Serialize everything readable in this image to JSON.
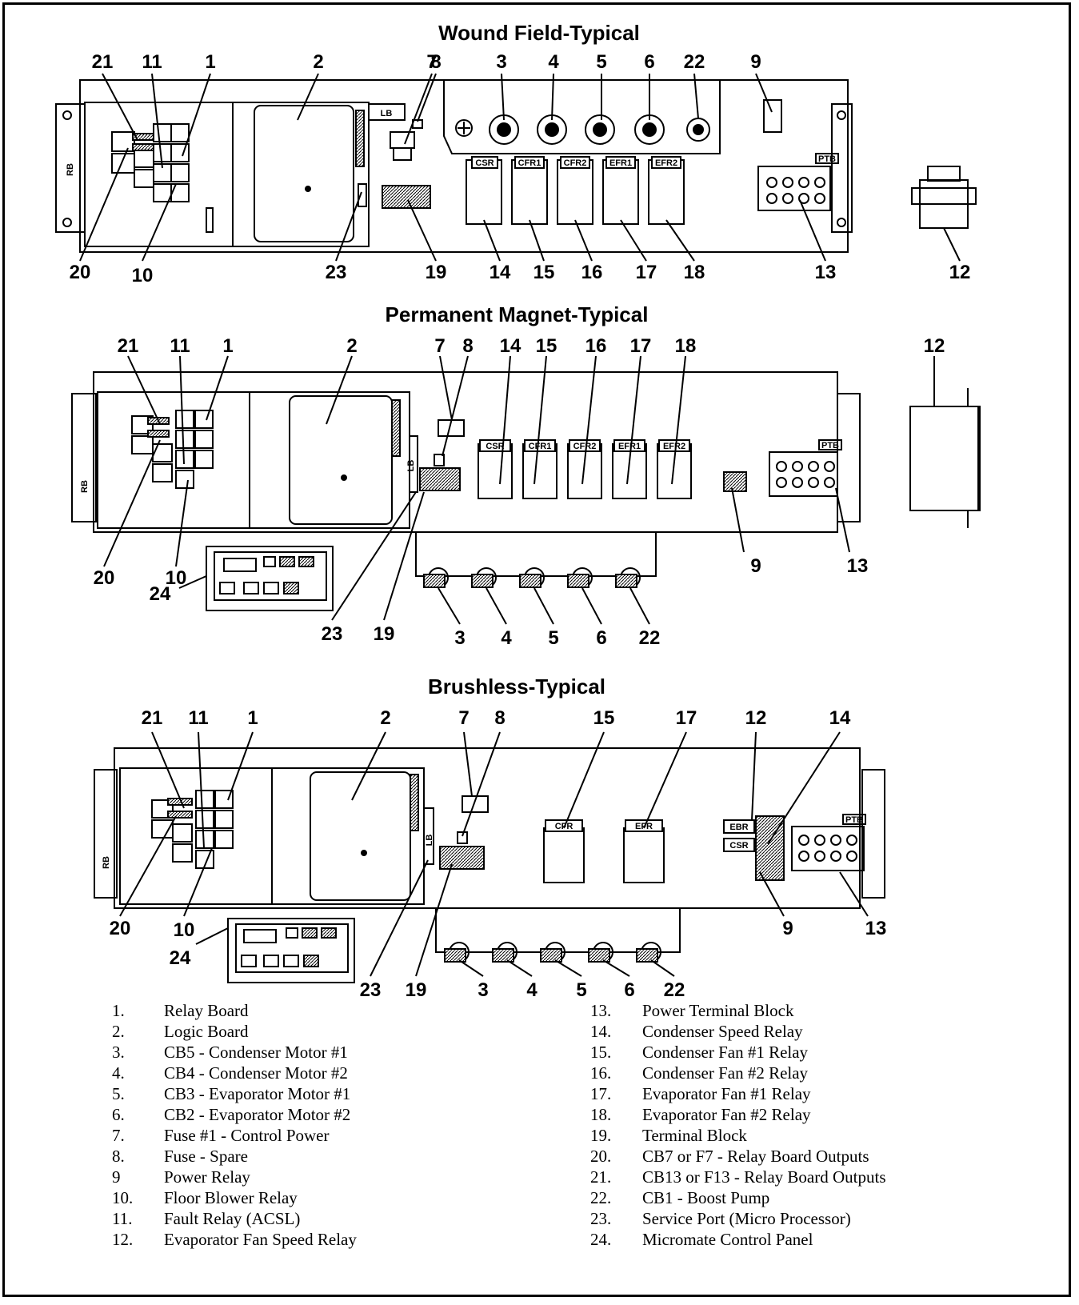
{
  "sections": [
    {
      "title": "Wound Field-Typical",
      "callouts": [
        "21",
        "11",
        "1",
        "2",
        "7",
        "8",
        "3",
        "4",
        "5",
        "6",
        "22",
        "9",
        "20",
        "10",
        "23",
        "19",
        "14",
        "15",
        "16",
        "17",
        "18",
        "13",
        "12"
      ],
      "board_labels": {
        "rb": "RB",
        "lb": "LB",
        "ptb": "PTB"
      },
      "relay_labels": [
        "CSR",
        "CFR1",
        "CFR2",
        "EFR1",
        "EFR2"
      ]
    },
    {
      "title": "Permanent Magnet-Typical",
      "callouts": [
        "21",
        "11",
        "1",
        "2",
        "7",
        "8",
        "14",
        "15",
        "16",
        "17",
        "18",
        "12",
        "9",
        "13",
        "20",
        "10",
        "24",
        "23",
        "19",
        "3",
        "4",
        "5",
        "6",
        "22"
      ],
      "board_labels": {
        "rb": "RB",
        "lb": "LB",
        "ptb": "PTB"
      },
      "relay_labels": [
        "CSR",
        "CFR1",
        "CFR2",
        "EFR1",
        "EFR2"
      ]
    },
    {
      "title": "Brushless-Typical",
      "callouts": [
        "21",
        "11",
        "1",
        "2",
        "7",
        "8",
        "15",
        "17",
        "12",
        "14",
        "20",
        "10",
        "9",
        "13",
        "24",
        "23",
        "19",
        "3",
        "4",
        "5",
        "6",
        "22"
      ],
      "board_labels": {
        "rb": "RB",
        "lb": "LB",
        "ptb": "PTB",
        "ebr": "EBR",
        "csr": "CSR"
      },
      "relay_labels": [
        "CFR",
        "EFR"
      ]
    }
  ],
  "legend_left": [
    {
      "num": "1.",
      "text": "Relay Board"
    },
    {
      "num": "2.",
      "text": "Logic Board"
    },
    {
      "num": "3.",
      "text": "CB5 - Condenser Motor #1"
    },
    {
      "num": "4.",
      "text": "CB4 - Condenser Motor #2"
    },
    {
      "num": "5.",
      "text": "CB3 - Evaporator Motor #1"
    },
    {
      "num": "6.",
      "text": "CB2 - Evaporator Motor #2"
    },
    {
      "num": "7.",
      "text": "Fuse #1 - Control Power"
    },
    {
      "num": "8.",
      "text": "Fuse - Spare"
    },
    {
      "num": "9",
      "text": "Power Relay"
    },
    {
      "num": "10.",
      "text": "Floor Blower Relay"
    },
    {
      "num": "11.",
      "text": "Fault Relay (ACSL)"
    },
    {
      "num": "12.",
      "text": "Evaporator Fan Speed Relay"
    }
  ],
  "legend_right": [
    {
      "num": "13.",
      "text": "Power Terminal Block"
    },
    {
      "num": "14.",
      "text": "Condenser Speed Relay"
    },
    {
      "num": "15.",
      "text": "Condenser Fan #1 Relay"
    },
    {
      "num": "16.",
      "text": "Condenser Fan #2 Relay"
    },
    {
      "num": "17.",
      "text": "Evaporator Fan #1 Relay"
    },
    {
      "num": "18.",
      "text": "Evaporator Fan #2 Relay"
    },
    {
      "num": "19.",
      "text": "Terminal Block"
    },
    {
      "num": "20.",
      "text": "CB7 or F7 - Relay Board Outputs"
    },
    {
      "num": "21.",
      "text": "CB13 or F13 - Relay Board Outputs"
    },
    {
      "num": "22.",
      "text": "CB1 - Boost Pump"
    },
    {
      "num": "23.",
      "text": "Service Port (Micro Processor)"
    },
    {
      "num": "24.",
      "text": "Micromate Control Panel"
    }
  ]
}
